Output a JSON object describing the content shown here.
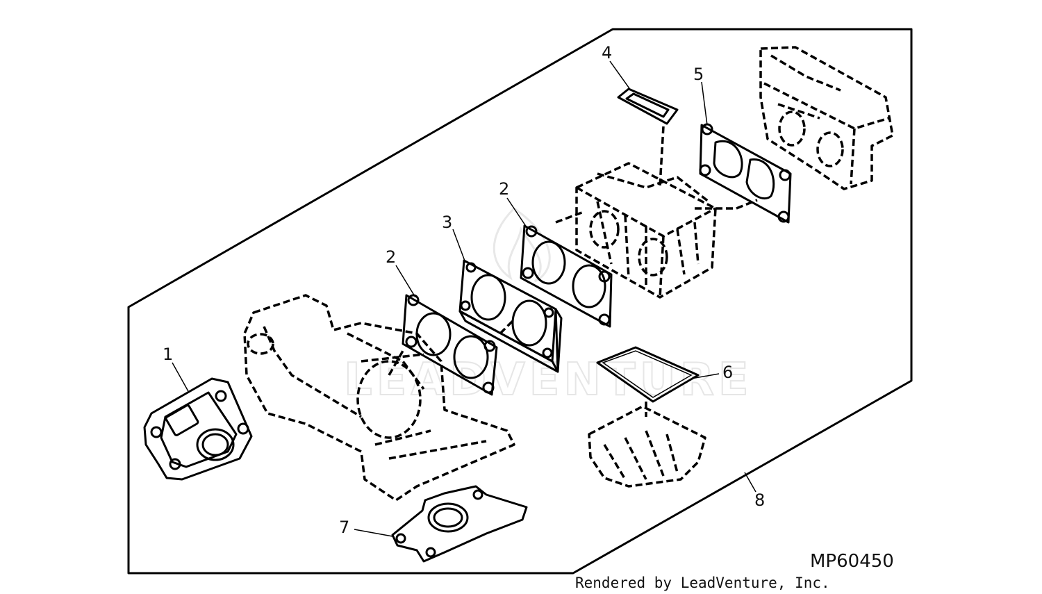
{
  "figure": {
    "id": "MP60450",
    "credit": "Rendered by LeadVenture, Inc.",
    "watermark": "LEADVENTURE"
  },
  "callouts": [
    {
      "number": "1",
      "part": "gasket-1"
    },
    {
      "number": "2",
      "part": "gasket-2-lower"
    },
    {
      "number": "2",
      "part": "gasket-2-upper"
    },
    {
      "number": "3",
      "part": "spacer-3"
    },
    {
      "number": "4",
      "part": "gasket-4"
    },
    {
      "number": "5",
      "part": "gasket-5"
    },
    {
      "number": "6",
      "part": "gasket-6"
    },
    {
      "number": "7",
      "part": "gasket-7"
    },
    {
      "number": "8",
      "part": "kit-8"
    }
  ]
}
